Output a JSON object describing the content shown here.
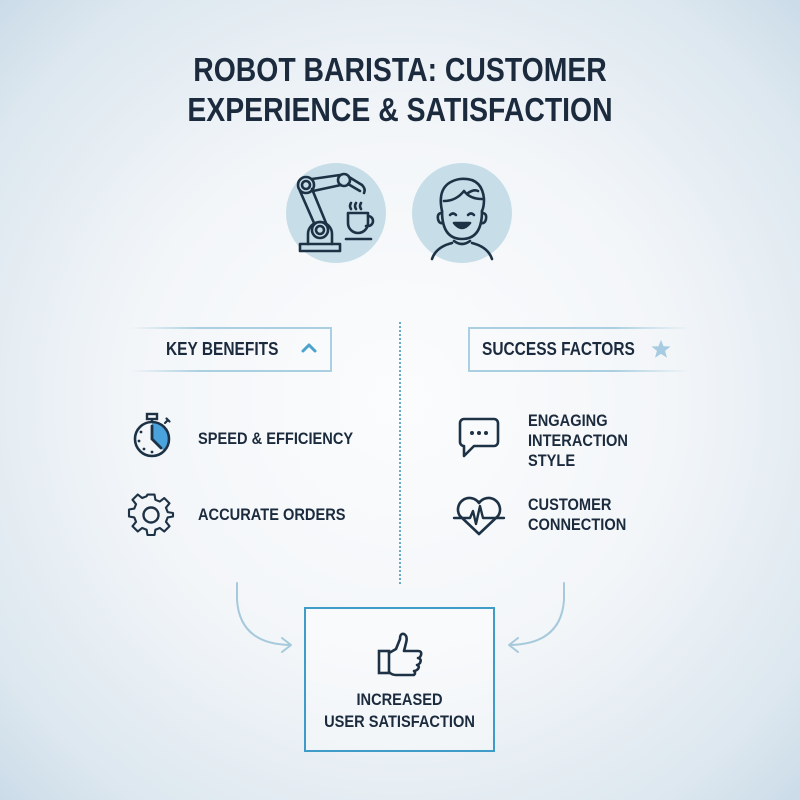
{
  "title": {
    "line1": "ROBOT BARISTA: CUSTOMER",
    "line2": "EXPERIENCE & SATISFACTION"
  },
  "hero_icons": [
    {
      "icon": "robot-arm-coffee-icon"
    },
    {
      "icon": "smiling-customer-icon"
    }
  ],
  "left_column": {
    "header": {
      "label": "KEY BENEFITS",
      "icon": "chevron-up-icon"
    },
    "items": [
      {
        "label": "SPEED & EFFICIENCY",
        "icon": "stopwatch-icon"
      },
      {
        "label": "ACCURATE ORDERS",
        "icon": "gear-icon"
      }
    ]
  },
  "right_column": {
    "header": {
      "label": "SUCCESS FACTORS",
      "icon": "star-icon"
    },
    "items": [
      {
        "lines": [
          "ENGAGING",
          "INTERACTION",
          "STYLE"
        ],
        "icon": "chat-bubble-icon"
      },
      {
        "lines": [
          "CUSTOMER",
          "CONNECTION"
        ],
        "icon": "heartbeat-icon"
      }
    ]
  },
  "result": {
    "icon": "thumbs-up-icon",
    "lines": [
      "INCREASED",
      "USER SATISFACTION"
    ]
  },
  "colors": {
    "text": "#1b2b3d",
    "accent": "#3f9cc8",
    "accent_light": "#a9cfe0",
    "circle_fill": "#c7dde8",
    "arrow": "#a6c9dc"
  }
}
